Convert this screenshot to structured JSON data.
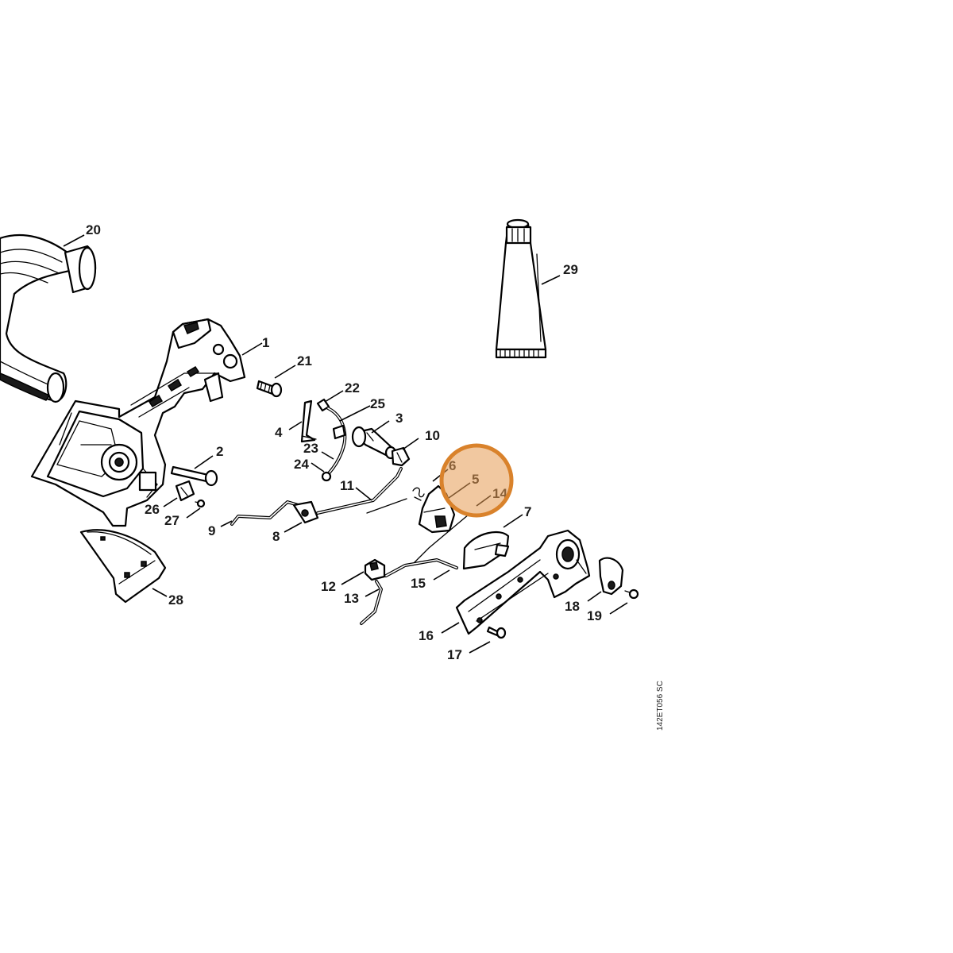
{
  "highlight_color": "#d9822b",
  "drawing_code": "142ET056 SC",
  "callouts": {
    "c1": "1",
    "c2": "2",
    "c3": "3",
    "c4": "4",
    "c5": "5",
    "c6": "6",
    "c7": "7",
    "c8": "8",
    "c9": "9",
    "c10": "10",
    "c11": "11",
    "c12": "12",
    "c13": "13",
    "c14": "14",
    "c15": "15",
    "c16": "16",
    "c17": "17",
    "c18": "18",
    "c19": "19",
    "c20": "20",
    "c21": "21",
    "c22": "22",
    "c23": "23",
    "c24": "24",
    "c25": "25",
    "c26": "26",
    "c27": "27",
    "c28": "28",
    "c29": "29"
  }
}
